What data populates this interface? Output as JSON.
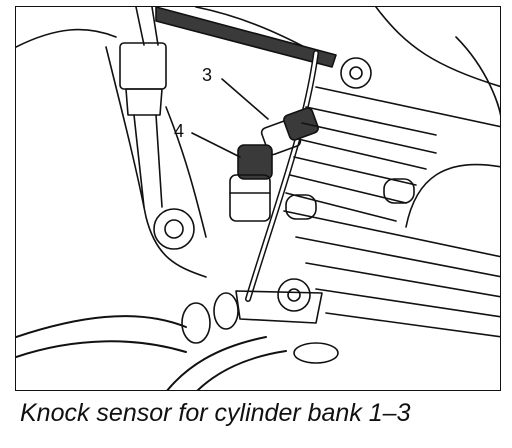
{
  "figure": {
    "callouts": [
      {
        "id": "3",
        "text": "3"
      },
      {
        "id": "4",
        "text": "4"
      }
    ],
    "caption": "Knock sensor for cylinder bank 1–3"
  },
  "colors": {
    "line": "#111111",
    "background": "#ffffff",
    "shade": "#3a3a3a"
  }
}
